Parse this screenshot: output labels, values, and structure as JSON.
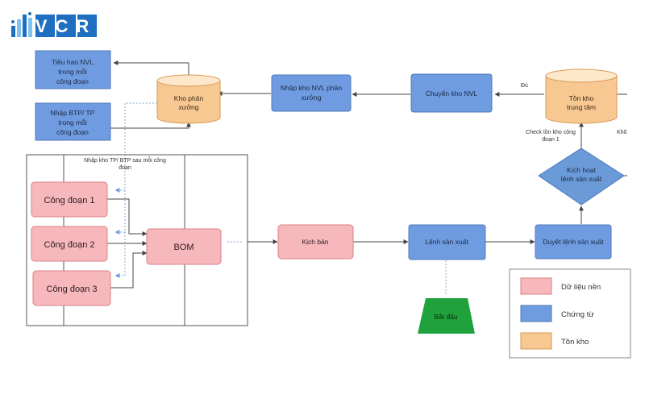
{
  "logo": {
    "text": "VCR",
    "colors": {
      "blue": "#1e6fc0",
      "bars": "#1e6fc0",
      "light_bar": "#7ec4f0"
    }
  },
  "palette": {
    "pink_fill": "#f7b8bc",
    "pink_stroke": "#d98088",
    "blue_fill": "#6f9be0",
    "blue_stroke": "#5078b8",
    "orange_top": "#fde8cc",
    "orange_fill": "#f8c893",
    "orange_stroke": "#d89a54",
    "green": "#1fa23c",
    "diamond_fill": "#6a9ad8",
    "line": "#444444",
    "dotted": "#8aa8d0"
  },
  "nodes": {
    "tieu_hao": [
      "Tiêu hao NVL",
      "trong mỗi",
      "công đoạn"
    ],
    "nhap_btp": [
      "Nhập BTP/ TP",
      "trong mỗi",
      "công đoạn"
    ],
    "kho_phan_xuong": [
      "Kho phân",
      "xưởng"
    ],
    "nhap_kho_nvl": [
      "Nhập kho NVL phân",
      "xưởng"
    ],
    "chuyen_kho": [
      "Chuyển kho NVL"
    ],
    "ton_kho_trung_tam": [
      "Tồn kho",
      "trung tâm"
    ],
    "kich_hoat": [
      "Kích hoạt",
      "lệnh sản xuất"
    ],
    "cong_doan_1": "Công đoạn 1",
    "cong_doan_2": "Công đoạn 2",
    "cong_doan_3": "Công đoạn 3",
    "bom": "BOM",
    "kich_ban": "Kịch bản",
    "lenh_san_xuat": "Lệnh sản xuất",
    "duyet_lenh": "Duyệt lệnh sản xuất",
    "bat_dau": "Bắt đầu"
  },
  "labels": {
    "du": "Đủ",
    "check_ton_kho": [
      "Check tồn kho công",
      "đoạn 1"
    ],
    "kho_cut": "Khô",
    "nhap_kho_tp": [
      "Nhập kho TP/ BTP sau mỗi công",
      "đoạn"
    ]
  },
  "legend": {
    "items": [
      {
        "label": "Dữ liệu nền",
        "kind": "pink"
      },
      {
        "label": "Chứng từ",
        "kind": "blue"
      },
      {
        "label": "Tồn kho",
        "kind": "orange"
      }
    ]
  }
}
